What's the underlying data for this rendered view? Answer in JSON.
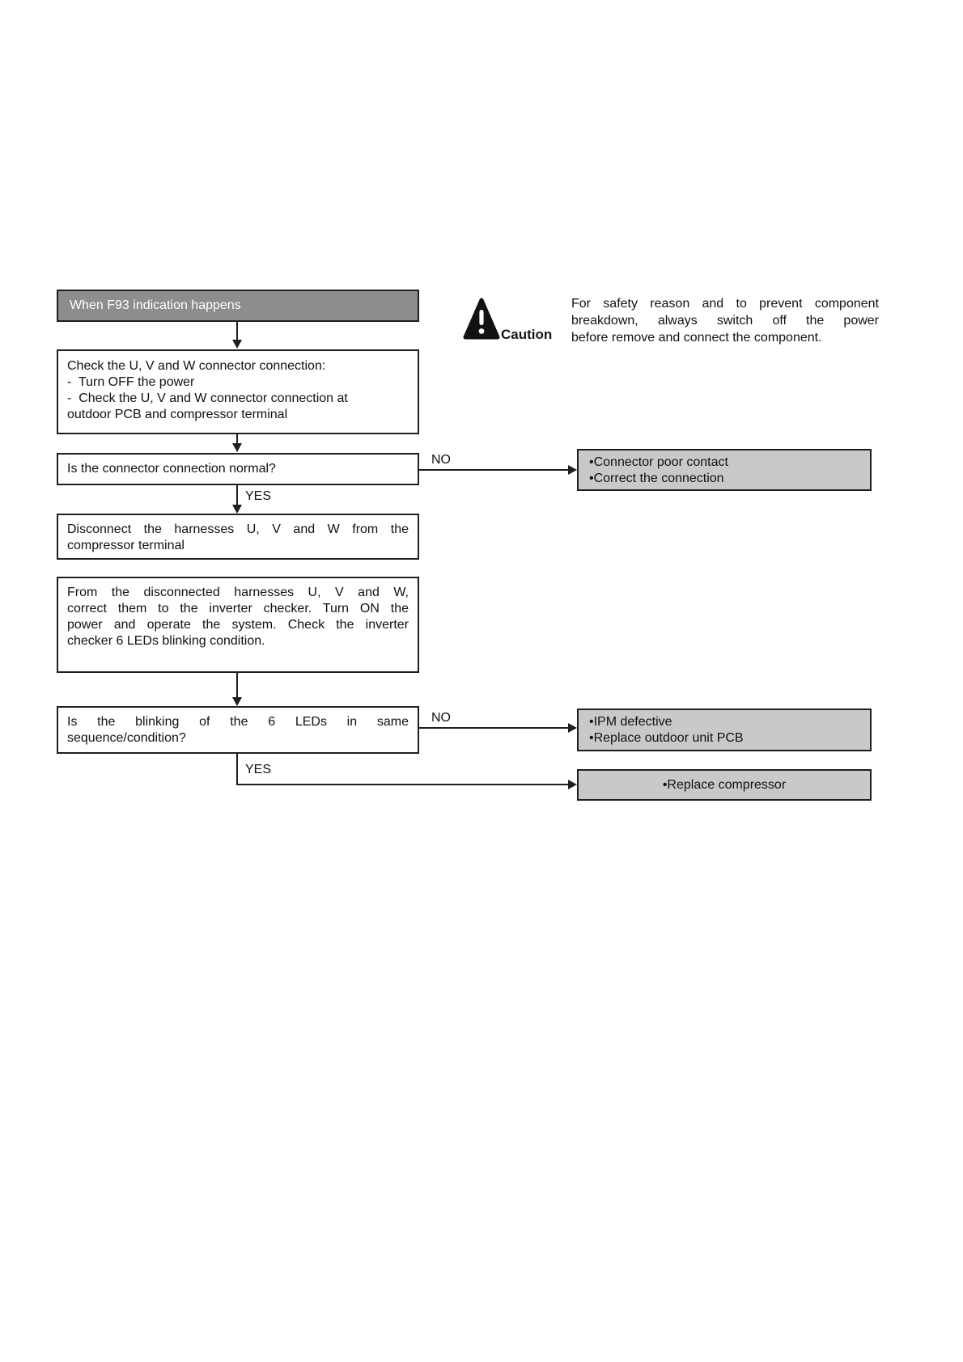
{
  "colors": {
    "title_bg": "#8d8d8d",
    "title_text": "#ffffff",
    "result_bg": "#c9c9c9",
    "line": "#1f1f1f",
    "text": "#111111"
  },
  "caution": {
    "icon": "caution-triangle-icon",
    "label": "Caution",
    "text": "For safety reason and to prevent component\nbreakdown, always switch off the power\nbefore remove and connect the component."
  },
  "flowchart": {
    "title": "When F93 indication happens",
    "steps": {
      "check_connection": "Check the U, V and W connector connection:\n-  Turn OFF the power\n-  Check the U, V and W connector connection at\noutdoor PCB and compressor terminal",
      "is_connection_normal": "Is the connector connection normal?",
      "disconnect_harnesses": "Disconnect the harnesses U, V and W from the\ncompressor terminal",
      "inverter_checker": "From the disconnected harnesses U, V and W,\ncorrect them to the inverter checker. Turn ON the\npower and operate the system. Check the inverter\nchecker 6 LEDs blinking condition.",
      "is_blinking_same": "Is the blinking of the 6 LEDs in same\nsequence/condition?"
    },
    "results": {
      "poor_contact": "•Connector poor contact\n•Correct the connection",
      "ipm_defective": "•IPM defective\n•Replace outdoor unit PCB",
      "replace_compressor": "•Replace compressor"
    },
    "labels": {
      "yes": "YES",
      "no": "NO"
    }
  }
}
